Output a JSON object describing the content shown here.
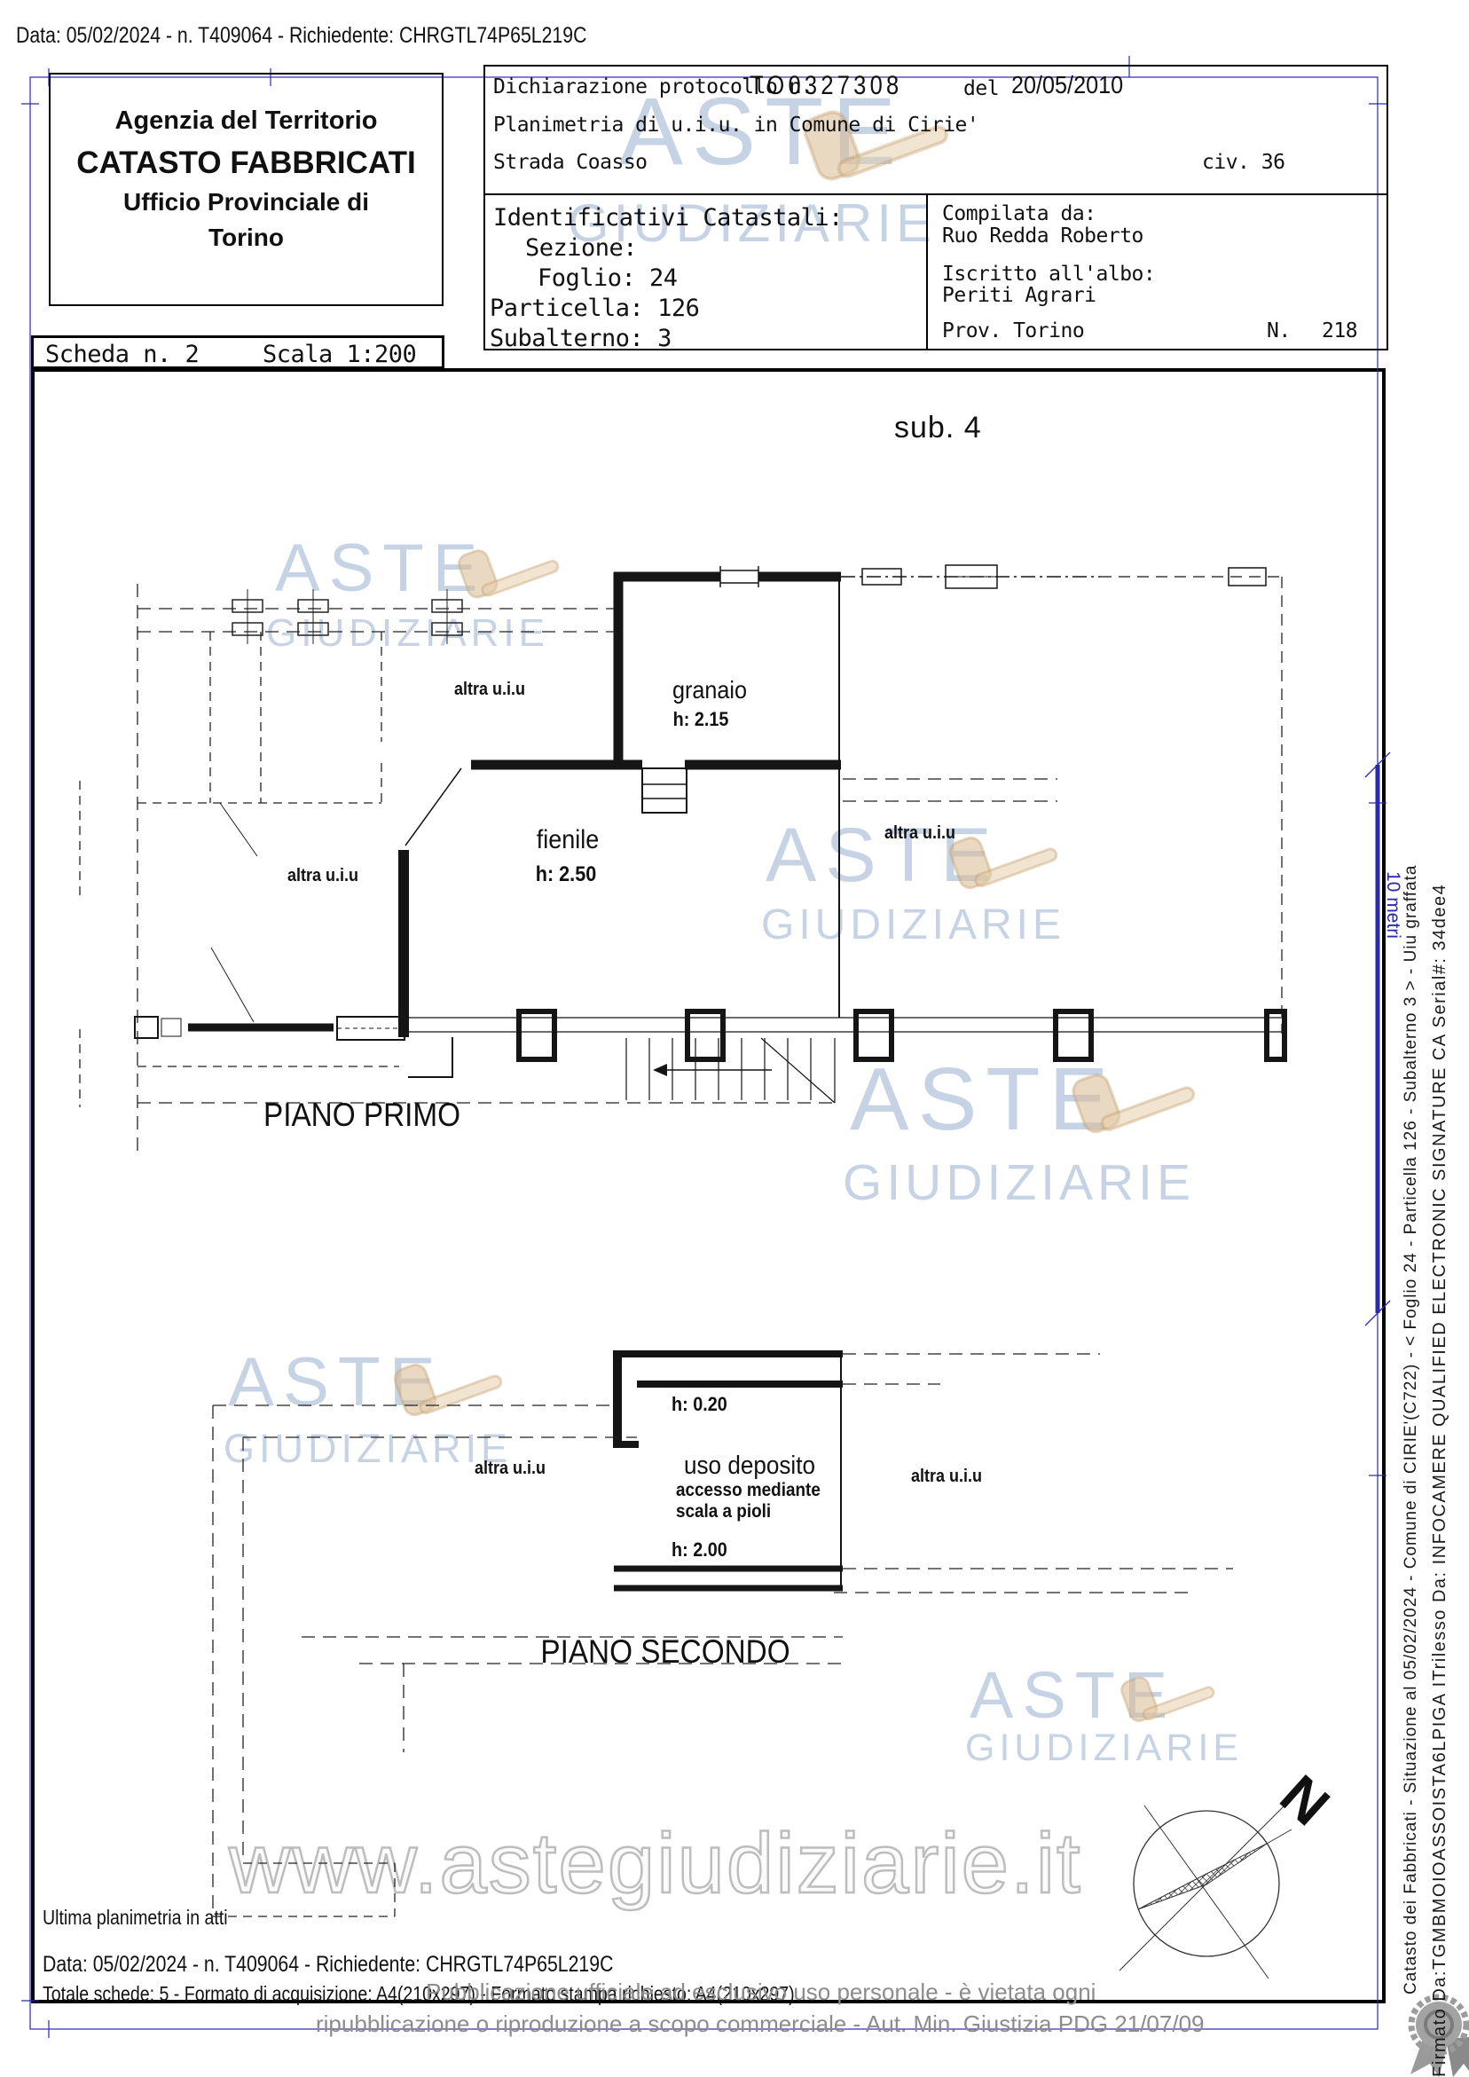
{
  "top_line": "Data: 05/02/2024 - n. T409064 - Richiedente: CHRGTL74P65L219C",
  "agency": {
    "l1": "Agenzia del Territorio",
    "l2": "CATASTO FABBRICATI",
    "l3": "Ufficio Provinciale di",
    "l4": "Torino"
  },
  "decl": {
    "protocol_label": "Dichiarazione protocollo n.",
    "protocol_number": "TO0327308",
    "del_label": "del",
    "protocol_date": "20/05/2010",
    "planimetria_line": "Planimetria di u.i.u. in Comune di Cirie'",
    "street": "Strada Coasso",
    "civ": "civ. 36"
  },
  "ident": {
    "title": "Identificativi Catastali:",
    "sezione": "Sezione:",
    "foglio": "Foglio: 24",
    "particella": "Particella: 126",
    "subalterno": "Subalterno: 3"
  },
  "comp": {
    "label": "Compilata da:",
    "name": "Ruo Redda Roberto",
    "albo_label": "Iscritto all'albo:",
    "albo": "Periti Agrari",
    "prov": "Prov. Torino",
    "n_label": "N.",
    "n_value": "218"
  },
  "scheda": {
    "num": "Scheda n. 2",
    "scala": "Scala 1:200"
  },
  "plan": {
    "sub": "sub. 4",
    "altra_uiu": "altra u.i.u",
    "f1": {
      "title": "PIANO PRIMO",
      "granaio": "granaio",
      "granaio_h": "h: 2.15",
      "fienile": "fienile",
      "fienile_h": "h: 2.50"
    },
    "f2": {
      "title": "PIANO SECONDO",
      "h_top": "h: 0.20",
      "room": "uso deposito",
      "acc1": "accesso mediante",
      "acc2": "scala a pioli",
      "h_room": "h: 2.00"
    },
    "scale_label": "10 metri",
    "north": "N"
  },
  "footer": {
    "ultima": "Ultima planimetria in atti",
    "data_line": "Data: 05/02/2024 - n. T409064 - Richiedente: CHRGTL74P65L219C",
    "totale": "Totale schede: 5 - Formato di acquisizione: A4(210x297) - Formato stampa richiesto: A4(210x297)"
  },
  "wm": {
    "aste": "ASTE",
    "giud": "GIUDIZIARIE",
    "url": "www.astegiudiziarie.it",
    "d1": "Pubblicazione ufficiale ad esclusivo uso personale - è vietata ogni",
    "d2": "ripubblicazione o riproduzione a scopo commerciale - Aut. Min. Giustizia PDG 21/07/09"
  },
  "sidebar": {
    "catasto": "Catasto dei Fabbricati - Situazione al 05/02/2024 - Comune di CIRIE'(C722) - <  Foglio 24 - Particella  126 - Subalterno 3 > - Uiu graffata",
    "firmato": "Firmato Da:TGMBMOIOASSOISTA6LPIGA ITrilesso Da: INFOCAMERE QUALIFIED ELECTRONIC SIGNATURE CA Serial#: 34dee4"
  },
  "colors": {
    "crop_mark_blue": "#2a2aad",
    "watermark_blue": "#809dc6",
    "gavel_tan": "#d8ba90",
    "disclaimer_gray": "#8c8c8c",
    "outline_gray": "#bdbdbd"
  }
}
